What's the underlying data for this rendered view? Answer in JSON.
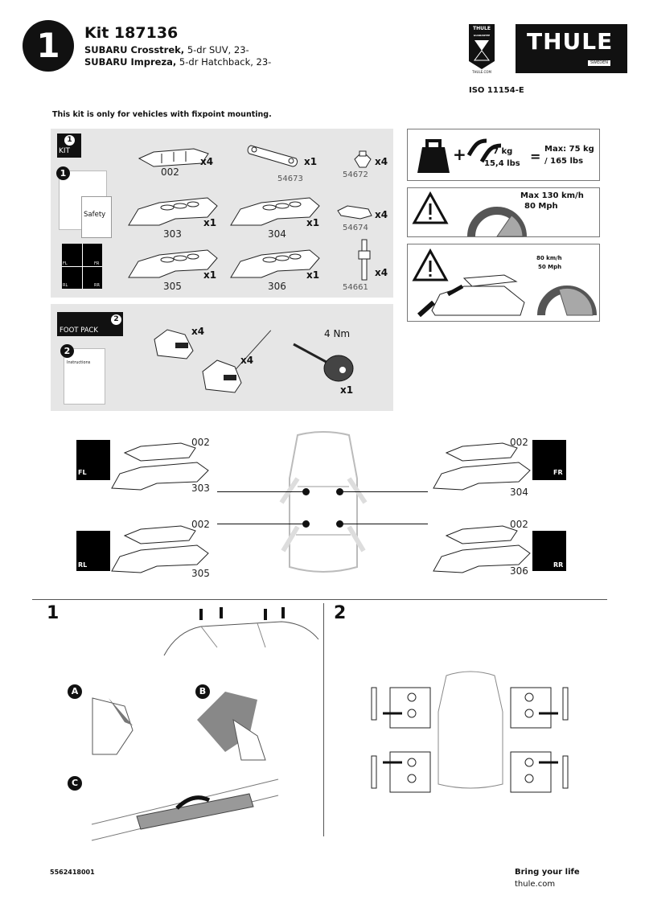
{
  "header": {
    "step_number": "1",
    "kit_title": "Kit 187136",
    "vehicles": [
      {
        "make_model": "SUBARU Crosstrek,",
        "details": " 5-dr SUV, 23-"
      },
      {
        "make_model": "SUBARU Impreza,",
        "details": " 5-dr Hatchback, 23-"
      }
    ],
    "badge_brand": "THULE",
    "badge_text": "GUARANTEE",
    "badge_url": "THULE.COM",
    "logo_text": "THULE",
    "logo_sub": "SWEDEN",
    "iso": "ISO 11154-E"
  },
  "notice": "This kit is only for vehicles with fixpoint mounting.",
  "kit": {
    "badge_num": "1",
    "badge_label": "KIT",
    "manual_num": "1",
    "safety_label": "Safety",
    "positions": [
      "FL",
      "FR",
      "RL",
      "RR"
    ],
    "parts": [
      {
        "code": "002",
        "qty": "x4"
      },
      {
        "code": "54673",
        "qty": "x1"
      },
      {
        "code": "54672",
        "qty": "x4"
      },
      {
        "code": "303",
        "qty": "x1"
      },
      {
        "code": "304",
        "qty": "x1"
      },
      {
        "code": "54674",
        "qty": "x4"
      },
      {
        "code": "305",
        "qty": "x1"
      },
      {
        "code": "306",
        "qty": "x1"
      },
      {
        "code": "54661",
        "qty": "x4"
      }
    ]
  },
  "foot_pack": {
    "badge_num": "2",
    "label": "FOOT PACK",
    "manual_num": "2",
    "manual_title": "Instructions",
    "foot_a_qty": "x4",
    "foot_b_qty": "x4",
    "torque": "4 Nm",
    "tool_qty": "x1"
  },
  "load": {
    "bars_weight_kg": "7 kg",
    "bars_weight_lbs": "15,4 lbs",
    "max_kg": "Max: 75 kg",
    "max_lbs": "/ 165 lbs",
    "speed_max_kmh": "Max  130 km/h",
    "speed_max_mph": "80 Mph",
    "load_speed_kmh": "80 km/h",
    "load_speed_mph": "50 Mph"
  },
  "placement": {
    "fl": {
      "pos": "FL",
      "bracket": "002",
      "pad": "303"
    },
    "fr": {
      "pos": "FR",
      "bracket": "002",
      "pad": "304"
    },
    "rl": {
      "pos": "RL",
      "bracket": "002",
      "pad": "305"
    },
    "rr": {
      "pos": "RR",
      "bracket": "002",
      "pad": "306"
    }
  },
  "steps": {
    "step1": "1",
    "step2": "2",
    "sub_a": "A",
    "sub_b": "B",
    "sub_c": "C"
  },
  "footer": {
    "doc_number": "5562418001",
    "tagline": "Bring your life",
    "site": "thule.com"
  },
  "colors": {
    "panel": "#e6e6e6",
    "ink": "#111111",
    "gauge_warning": "#a8a8a8"
  }
}
